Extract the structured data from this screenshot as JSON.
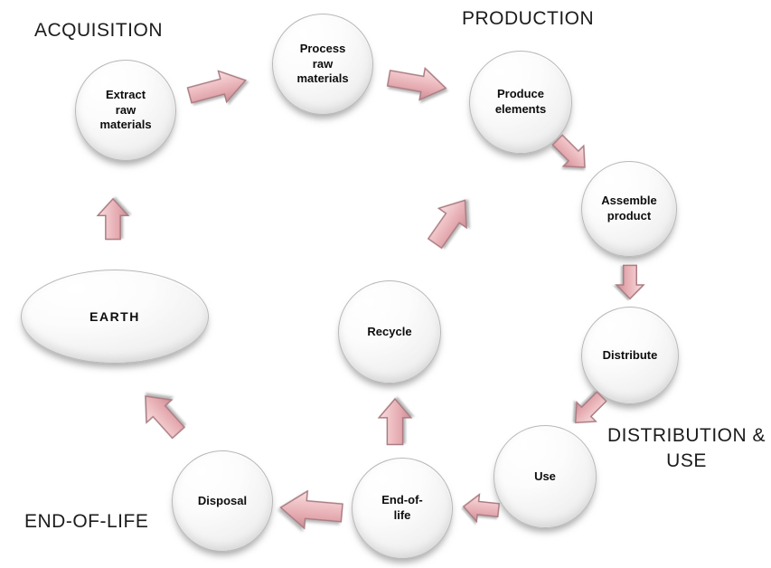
{
  "stage_labels": {
    "acquisition": "ACQUISITION",
    "production": "PRODUCTION",
    "distribution_use": "DISTRIBUTION & USE",
    "end_of_life": "END-OF-LIFE"
  },
  "nodes": {
    "extract": "Extract raw materials",
    "process": "Process raw materials",
    "produce": "Produce elements",
    "assemble": "Assemble product",
    "distribute": "Distribute",
    "use": "Use",
    "end_of_life": "End-of-life",
    "disposal": "Disposal",
    "recycle": "Recycle",
    "earth": "EARTH"
  },
  "arrows": [
    {
      "name": "arrow-extract-to-process",
      "direction": "right-up"
    },
    {
      "name": "arrow-process-to-produce",
      "direction": "right-down"
    },
    {
      "name": "arrow-produce-to-assemble",
      "direction": "down-right"
    },
    {
      "name": "arrow-assemble-to-distribute",
      "direction": "down"
    },
    {
      "name": "arrow-distribute-to-use",
      "direction": "down-left"
    },
    {
      "name": "arrow-use-to-end-of-life",
      "direction": "left"
    },
    {
      "name": "arrow-end-of-life-to-disposal",
      "direction": "left"
    },
    {
      "name": "arrow-disposal-to-earth",
      "direction": "up-left"
    },
    {
      "name": "arrow-earth-to-extract",
      "direction": "up"
    },
    {
      "name": "arrow-end-of-life-to-recycle",
      "direction": "up"
    },
    {
      "name": "arrow-recycle-upward",
      "direction": "up-right"
    }
  ],
  "colors": {
    "background": "#ffffff",
    "node_fill_light": "#ffffff",
    "node_fill_dark": "#d3d3d3",
    "node_border": "#b8b8b8",
    "arrow_fill_light": "#f8dfe1",
    "arrow_fill": "#e9b7bc",
    "arrow_fill_dark": "#c98f96",
    "arrow_outline": "#ab7d83",
    "text": "#111111"
  }
}
